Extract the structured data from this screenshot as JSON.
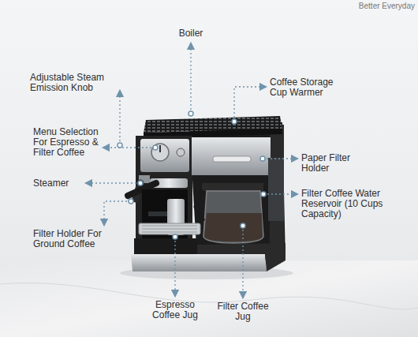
{
  "diagram": {
    "labels": [
      "Better Everyday",
      "Boiler",
      "Adjustable Steam Emission Knob",
      "Coffee Storage Cup Warmer",
      "Menu Selection For Espresso & Filter Coffee",
      "Paper Filter Holder",
      "Steamer",
      "Filter Coffee Water Reservoir (10 Cups Capacity)",
      "Filter Holder For Ground Coffee",
      "Espresso Coffee Jug",
      "Filter Coffee Jug"
    ]
  }
}
